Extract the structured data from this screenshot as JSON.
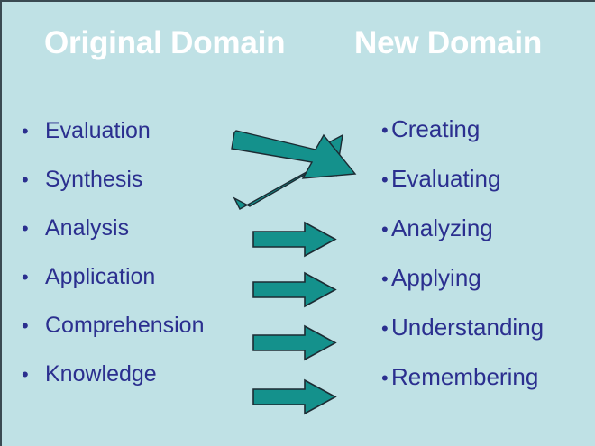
{
  "slide": {
    "background_color": "#bfe1e5",
    "border_color": "#3a4a52"
  },
  "headings": {
    "original_domain": "Original Domain",
    "new_domain": "New Domain",
    "color": "#ffffff"
  },
  "left_column": {
    "bullet_glyph": "•",
    "text_color": "#2b2f8f",
    "items": [
      {
        "label": "Evaluation"
      },
      {
        "label": "Synthesis"
      },
      {
        "label": "Analysis"
      },
      {
        "label": "Application"
      },
      {
        "label": "Comprehension"
      },
      {
        "label": "Knowledge"
      }
    ]
  },
  "right_column": {
    "bullet_glyph": "•",
    "text_color": "#2b2f8f",
    "items": [
      {
        "label": "Creating"
      },
      {
        "label": "Evaluating"
      },
      {
        "label": "Analyzing"
      },
      {
        "label": "Applying"
      },
      {
        "label": "Understanding"
      },
      {
        "label": "Remembering"
      }
    ]
  },
  "arrows": {
    "fill_color": "#14918c",
    "outline_color": "#1c2b33",
    "crossing": [
      {
        "name": "synthesis-to-creating",
        "direction": "up-right"
      },
      {
        "name": "evaluation-to-evaluating",
        "direction": "down-right"
      }
    ],
    "straight": [
      {
        "name": "analysis-to-analyzing"
      },
      {
        "name": "application-to-applying"
      },
      {
        "name": "comprehension-to-understanding"
      },
      {
        "name": "knowledge-to-remembering"
      }
    ]
  }
}
